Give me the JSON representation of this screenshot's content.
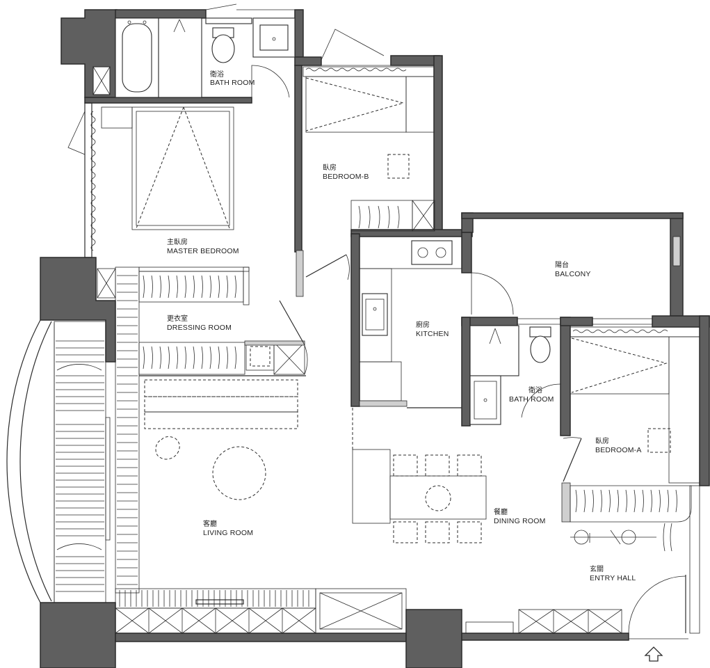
{
  "rooms": {
    "bath_top": {
      "zh": "衛浴",
      "en": "BATH ROOM"
    },
    "bedroom_b": {
      "zh": "臥房",
      "en": "BEDROOM-B"
    },
    "master_bedroom": {
      "zh": "主臥房",
      "en": "MASTER BEDROOM"
    },
    "balcony": {
      "zh": "陽台",
      "en": "BALCONY"
    },
    "dressing_room": {
      "zh": "更衣室",
      "en": "DRESSING ROOM"
    },
    "kitchen": {
      "zh": "廚房",
      "en": "KITCHEN"
    },
    "bath_mid": {
      "zh": "衛浴",
      "en": "BATH ROOM"
    },
    "bedroom_a": {
      "zh": "臥房",
      "en": "BEDROOM-A"
    },
    "dining_room": {
      "zh": "餐廳",
      "en": "DINING ROOM"
    },
    "living_room": {
      "zh": "客廳",
      "en": "LIVING ROOM"
    },
    "entry_hall": {
      "zh": "玄關",
      "en": "ENTRY HALL"
    }
  },
  "icons": {
    "entry": "entry-arrow-icon"
  },
  "colors": {
    "wall": "#5f5f5f",
    "line": "#2b2b2b",
    "background": "#ffffff"
  }
}
